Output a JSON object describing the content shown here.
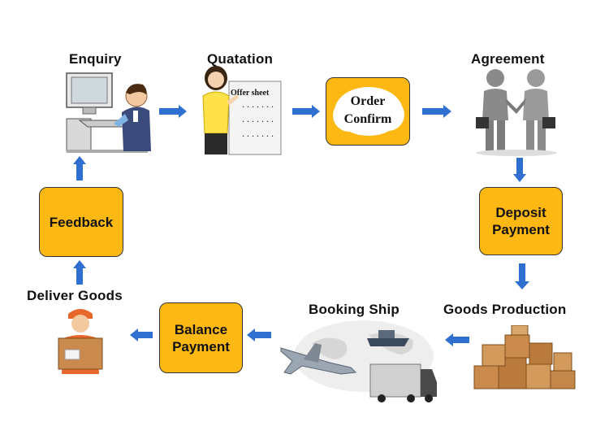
{
  "steps": {
    "enquiry": "Enquiry",
    "quotation": "Quatation",
    "offer_sheet": "Offer sheet",
    "order_confirm_line1": "Order",
    "order_confirm_line2": "Confirm",
    "agreement": "Agreement",
    "deposit_payment_line1": "Deposit",
    "deposit_payment_line2": "Payment",
    "goods_production": "Goods Production",
    "booking_ship": "Booking Ship",
    "balance_payment_line1": "Balance",
    "balance_payment_line2": "Payment",
    "deliver_goods": "Deliver Goods",
    "feedback": "Feedback"
  },
  "colors": {
    "box_fill": "#fdb813",
    "arrow": "#2f6fd0"
  },
  "icons": [
    "computer-user-icon",
    "woman-offer-sheet-icon",
    "handshake-icon",
    "cardboard-boxes-icon",
    "plane-ship-truck-icon",
    "delivery-man-icon"
  ]
}
